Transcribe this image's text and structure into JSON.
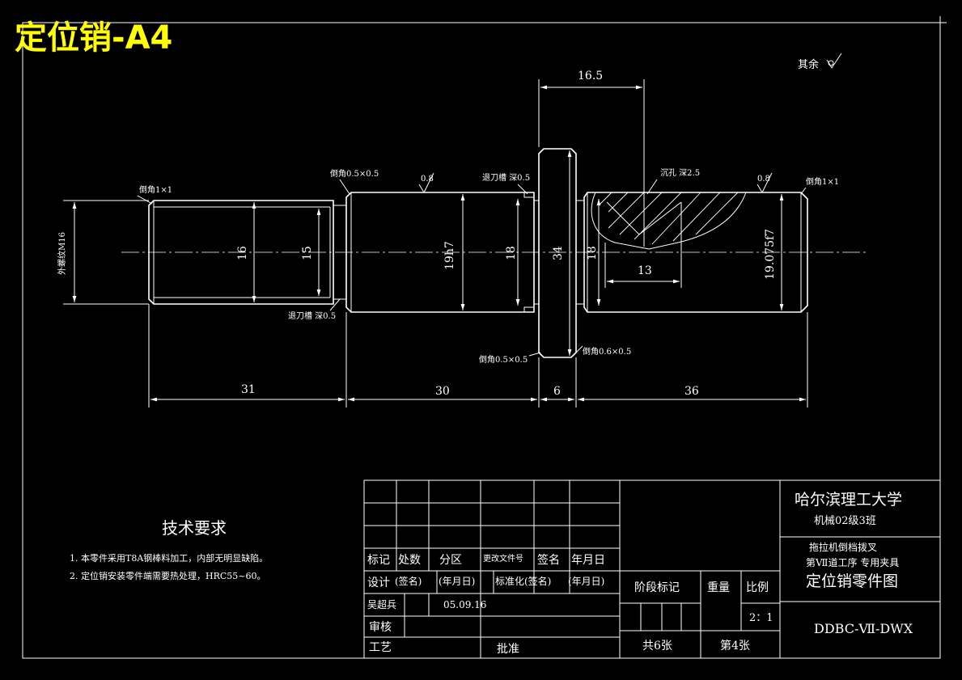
{
  "sheet": {
    "title": "定位销-A4",
    "roughness_note": "其余"
  },
  "dims": {
    "top_16_5": "16.5",
    "len_31": "31",
    "len_30": "30",
    "len_6": "6",
    "len_36": "36",
    "d16": "16",
    "d15": "15",
    "d19h7": "19h7",
    "d18_left": "18",
    "d34": "34",
    "d18_right": "18",
    "d19_075f7": "19.075f7",
    "len_13": "13"
  },
  "notes": {
    "chamfer_left": "倒角1×1",
    "chamfer_right": "倒角1×1",
    "chamfer_05_top": "倒角0.5×0.5",
    "chamfer_05_bottom": "倒角0.5×0.5",
    "chamfer_06": "倒角0.6×0.5",
    "relief_top": "退刀槽 深0.5",
    "relief_bottom": "退刀槽 深0.5",
    "sink_hole": "沉孔 深2.5",
    "thread": "外螺纹M16",
    "rough_left": "0.8",
    "rough_right": "0.8"
  },
  "tech": {
    "heading": "技术要求",
    "items": [
      "1. 本零件采用T8A钢棒料加工，内部无明显缺陷。",
      "2. 定位销安装零件端需要热处理，HRC55~60。"
    ]
  },
  "titleblock": {
    "school": "哈尔滨理工大学",
    "class": "机械02级3班",
    "project_line1": "拖拉机倒档拨叉",
    "project_line2": "第Ⅶ道工序 专用夹具",
    "drawing_name": "定位销零件图",
    "code": "DDBC-Ⅶ-DWX",
    "h_mark": "标记",
    "h_count": "处数",
    "h_zone": "分区",
    "h_docno": "更改文件号",
    "h_sign": "签名",
    "h_date": "年月日",
    "design": "设计",
    "sign_paren": "(签名)",
    "date_paren": "(年月日)",
    "standard": "标准化",
    "sign_paren2": "(签名)",
    "date_paren2": "(年月日)",
    "designer_name": "吴超兵",
    "design_date": "05.09.16",
    "review": "审核",
    "process": "工艺",
    "approve": "批准",
    "stage": "阶段标记",
    "weight": "重量",
    "scale_label": "比例",
    "scale": "2：1",
    "sheets_total": "共6张",
    "sheet_no": "第4张"
  }
}
